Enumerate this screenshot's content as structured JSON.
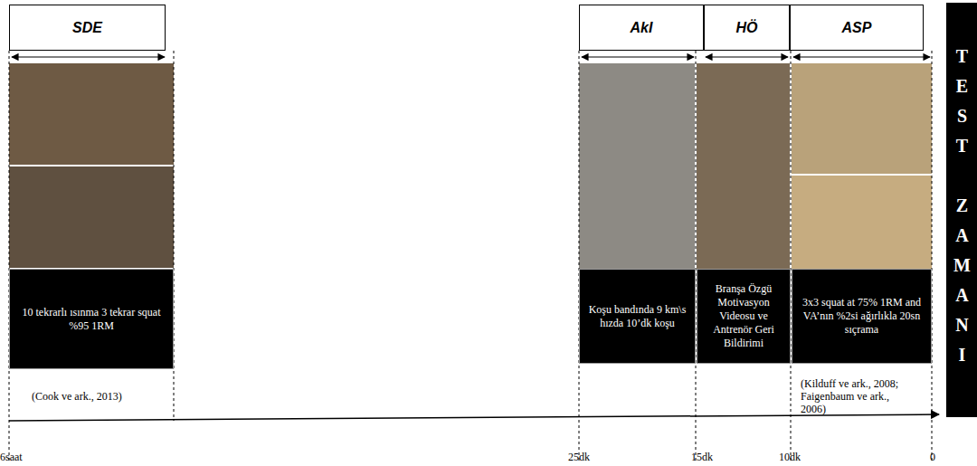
{
  "diagram": {
    "nodes": [
      {
        "text": [
          "SDE"
        ]
      },
      {
        "text": [
          "AkI"
        ]
      },
      {
        "text": [
          "HÖ"
        ]
      },
      {
        "text": [
          "ASP"
        ]
      },
      {
        "text": [
          "TEST ZAMANI"
        ]
      },
      {
        "text": [
          "10 tekrarlı ısınma 3 tekrar squat %95 1RM"
        ]
      },
      {
        "text": [
          "Koşu bandında 9 km\\s hızda 10’dk koşu"
        ]
      },
      {
        "text": [
          "Branşa Özgü Motivasyon Videosu ve Antrenör Geri Bildirimi"
        ]
      },
      {
        "text": [
          "3x3 squat at 75% 1RM and VA’nın %2si ağırlıkla 20sn sıçrama"
        ]
      }
    ],
    "labels": [
      "(Cook ve ark., 2013)",
      "(Kilduff ve ark., 2008; Faigenbaum ve ark., 2006)",
      "6saat",
      "25dk",
      "15dk",
      "10dk",
      "0"
    ]
  }
}
